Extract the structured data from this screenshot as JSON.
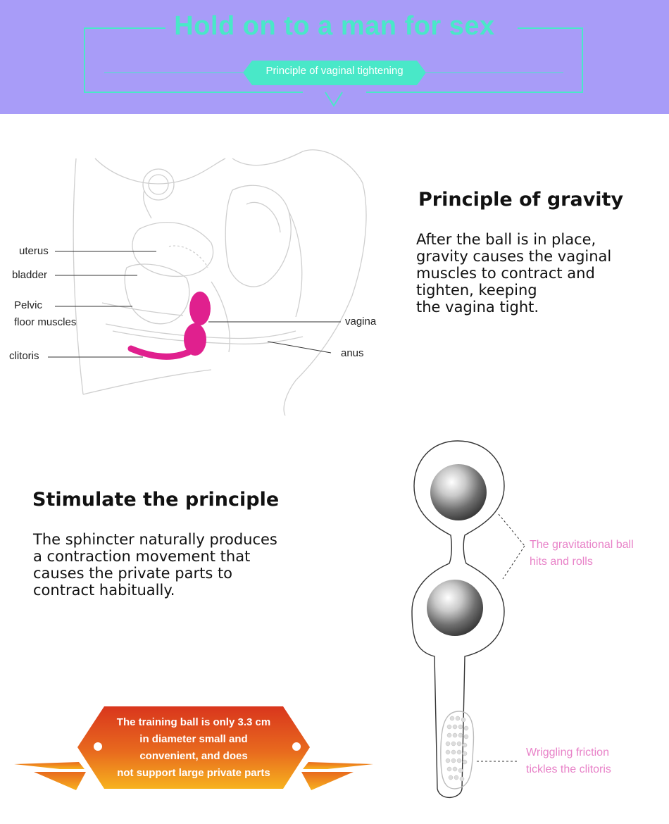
{
  "banner": {
    "title": "Hold on to a man for sex",
    "subtitle": "Principle of vaginal tightening",
    "colors": {
      "background": "#a89cf8",
      "accent": "#49e8c8"
    }
  },
  "anatomy": {
    "labels": {
      "uterus": "uterus",
      "bladder": "bladder",
      "pelvic_line1": "Pelvic",
      "pelvic_line2": "floor muscles",
      "clitoris": "clitoris",
      "vagina": "vagina",
      "anus": "anus"
    },
    "device_color": "#e0208e"
  },
  "gravity": {
    "heading": "Principle of gravity",
    "text": "After the ball is in place,\ngravity causes the vaginal\nmuscles to contract and\ntighten, keeping\nthe vagina tight."
  },
  "stimulate": {
    "heading": "Stimulate the principle",
    "text": "The sphincter naturally produces\na contraction movement that\ncauses the private parts to\ncontract habitually."
  },
  "product_notes": {
    "ball_note": "The gravitational ball\nhits and rolls",
    "handle_note": "Wriggling friction\ntickles the clitoris",
    "color": "#e882c8"
  },
  "badge": {
    "text": "The training ball is only 3.3 cm\nin diameter small and\nconvenient, and does\nnot support large private parts",
    "colors": {
      "top": "#d9361d",
      "bottom": "#f7b21e"
    }
  }
}
